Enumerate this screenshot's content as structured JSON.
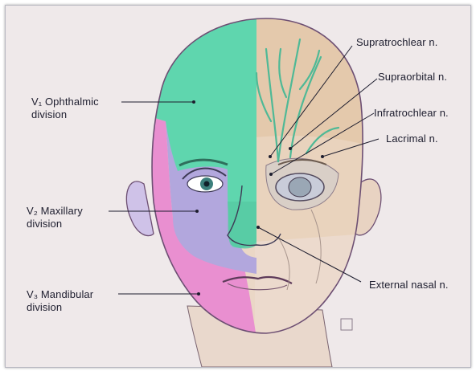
{
  "labels": {
    "v1": {
      "line1": "V₁ Ophthalmic",
      "line2": "division"
    },
    "v2": {
      "line1": "V₂ Maxillary",
      "line2": "division"
    },
    "v3": {
      "line1": "V₃ Mandibular",
      "line2": "division"
    },
    "supratrochlear": "Supratrochlear n.",
    "supraorbital": "Supraorbital n.",
    "infratrochlear": "Infratrochlear n.",
    "lacrimal": "Lacrimal n.",
    "external_nasal": "External nasal n."
  },
  "colors": {
    "ophthalmic": "#5fd6ae",
    "maxillary": "#b2a7dd",
    "mandibular": "#e98fd0",
    "skin": "#ead7c6",
    "nerve": "#4fb996",
    "background": "#efe9ea"
  }
}
